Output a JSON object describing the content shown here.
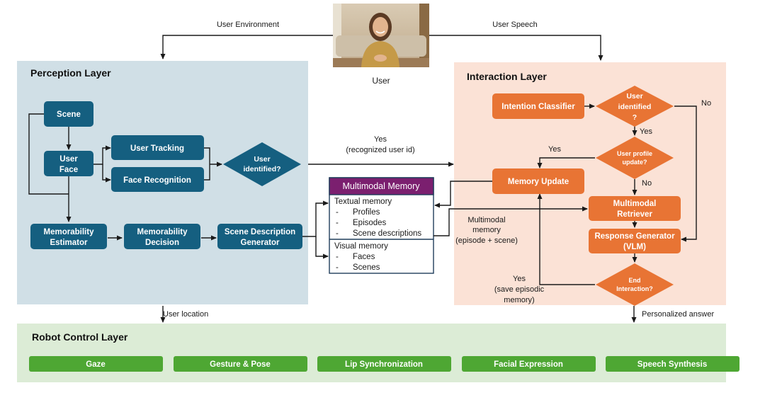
{
  "top": {
    "user_env_label": "User Environment",
    "user_speech_label": "User Speech",
    "user_caption": "User",
    "user_image": "photo-of-smiling-user"
  },
  "perception": {
    "title": "Perception Layer",
    "scene": "Scene",
    "user_face": [
      "User",
      "Face"
    ],
    "user_tracking": "User Tracking",
    "face_recognition": "Face Recognition",
    "decision": [
      "User",
      "identified?"
    ],
    "mem_estimator": [
      "Memorability",
      "Estimator"
    ],
    "mem_decision": [
      "Memorability",
      "Decision"
    ],
    "scene_desc": [
      "Scene Description",
      "Generator"
    ],
    "colors": {
      "bg": "#d0dfe6",
      "box": "#155f80"
    }
  },
  "links": {
    "yes_recognized": [
      "Yes",
      "(recognized user id)"
    ],
    "multimodal_memory_flow": [
      "Multimodal",
      "memory",
      "(episode + scene)"
    ],
    "user_location": "User location",
    "personalized_answer": "Personalized answer"
  },
  "memory": {
    "title": "Multimodal Memory",
    "textual_heading": "Textual memory",
    "textual_items": [
      "Profiles",
      "Episodes",
      "Scene descriptions"
    ],
    "visual_heading": "Visual memory",
    "visual_items": [
      "Faces",
      "Scenes"
    ],
    "bullet": "-",
    "colors": {
      "header": "#7b1f6f",
      "border": "#1f3d5a"
    }
  },
  "interaction": {
    "title": "Interaction Layer",
    "intention_classifier": "Intention Classifier",
    "user_identified": [
      "User",
      "identified",
      "?"
    ],
    "yes_1": "Yes",
    "no_1": "No",
    "profile_update": [
      "User profile",
      "update?"
    ],
    "yes_2": "Yes",
    "no_2": "No",
    "memory_update": "Memory Update",
    "retriever": [
      "Multimodal",
      "Retriever"
    ],
    "response_gen": [
      "Response Generator",
      "(VLM)"
    ],
    "end_interaction": [
      "End",
      "Interaction?"
    ],
    "yes_save": [
      "Yes",
      "(save episodic",
      "memory)"
    ],
    "colors": {
      "bg": "#fbe2d6",
      "box": "#e87434"
    }
  },
  "robot": {
    "title": "Robot Control Layer",
    "modules": [
      "Gaze",
      "Gesture & Pose",
      "Lip Synchronization",
      "Facial Expression",
      "Speech Synthesis"
    ],
    "colors": {
      "bg": "#dcecd6",
      "box": "#4ea733"
    }
  }
}
